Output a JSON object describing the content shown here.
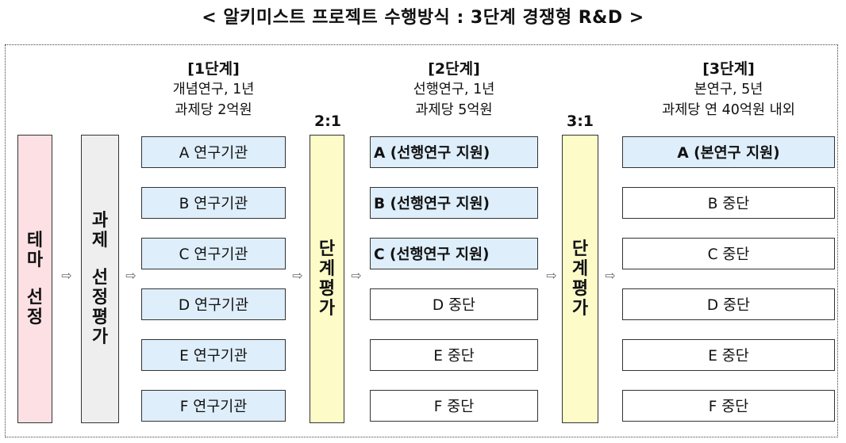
{
  "title": "< 알키미스트 프로젝트 수행방식 : 3단계 경쟁형 R&D >",
  "theme_bar": [
    "테마",
    "선정"
  ],
  "selection_bar": [
    "과제",
    "선정평가"
  ],
  "stage1": {
    "label": "[1단계]",
    "desc": "개념연구, 1년",
    "budget": "과제당 2억원",
    "boxes": [
      "A 연구기관",
      "B 연구기관",
      "C 연구기관",
      "D 연구기관",
      "E 연구기관",
      "F 연구기관"
    ]
  },
  "ratio1": "2:1",
  "eval1": "단계평가",
  "stage2": {
    "label": "[2단계]",
    "desc": "선행연구, 1년",
    "budget": "과제당 5억원",
    "boxes": [
      "A (선행연구 지원)",
      "B (선행연구 지원)",
      "C (선행연구 지원)",
      "D 중단",
      "E 중단",
      "F 중단"
    ]
  },
  "ratio2": "3:1",
  "eval2": "단계평가",
  "stage3": {
    "label": "[3단계]",
    "desc": "본연구, 5년",
    "budget": "과제당 연 40억원 내외",
    "boxes": [
      "A (본연구 지원)",
      "B 중단",
      "C 중단",
      "D 중단",
      "E 중단",
      "F 중단"
    ]
  },
  "arrow_glyph": "⇨",
  "colors": {
    "theme_fill": "#fde0e4",
    "selection_fill": "#eeeeee",
    "eval_fill": "#fdfbc8",
    "box_active_fill": "#deeefa",
    "box_inactive_fill": "#ffffff"
  }
}
